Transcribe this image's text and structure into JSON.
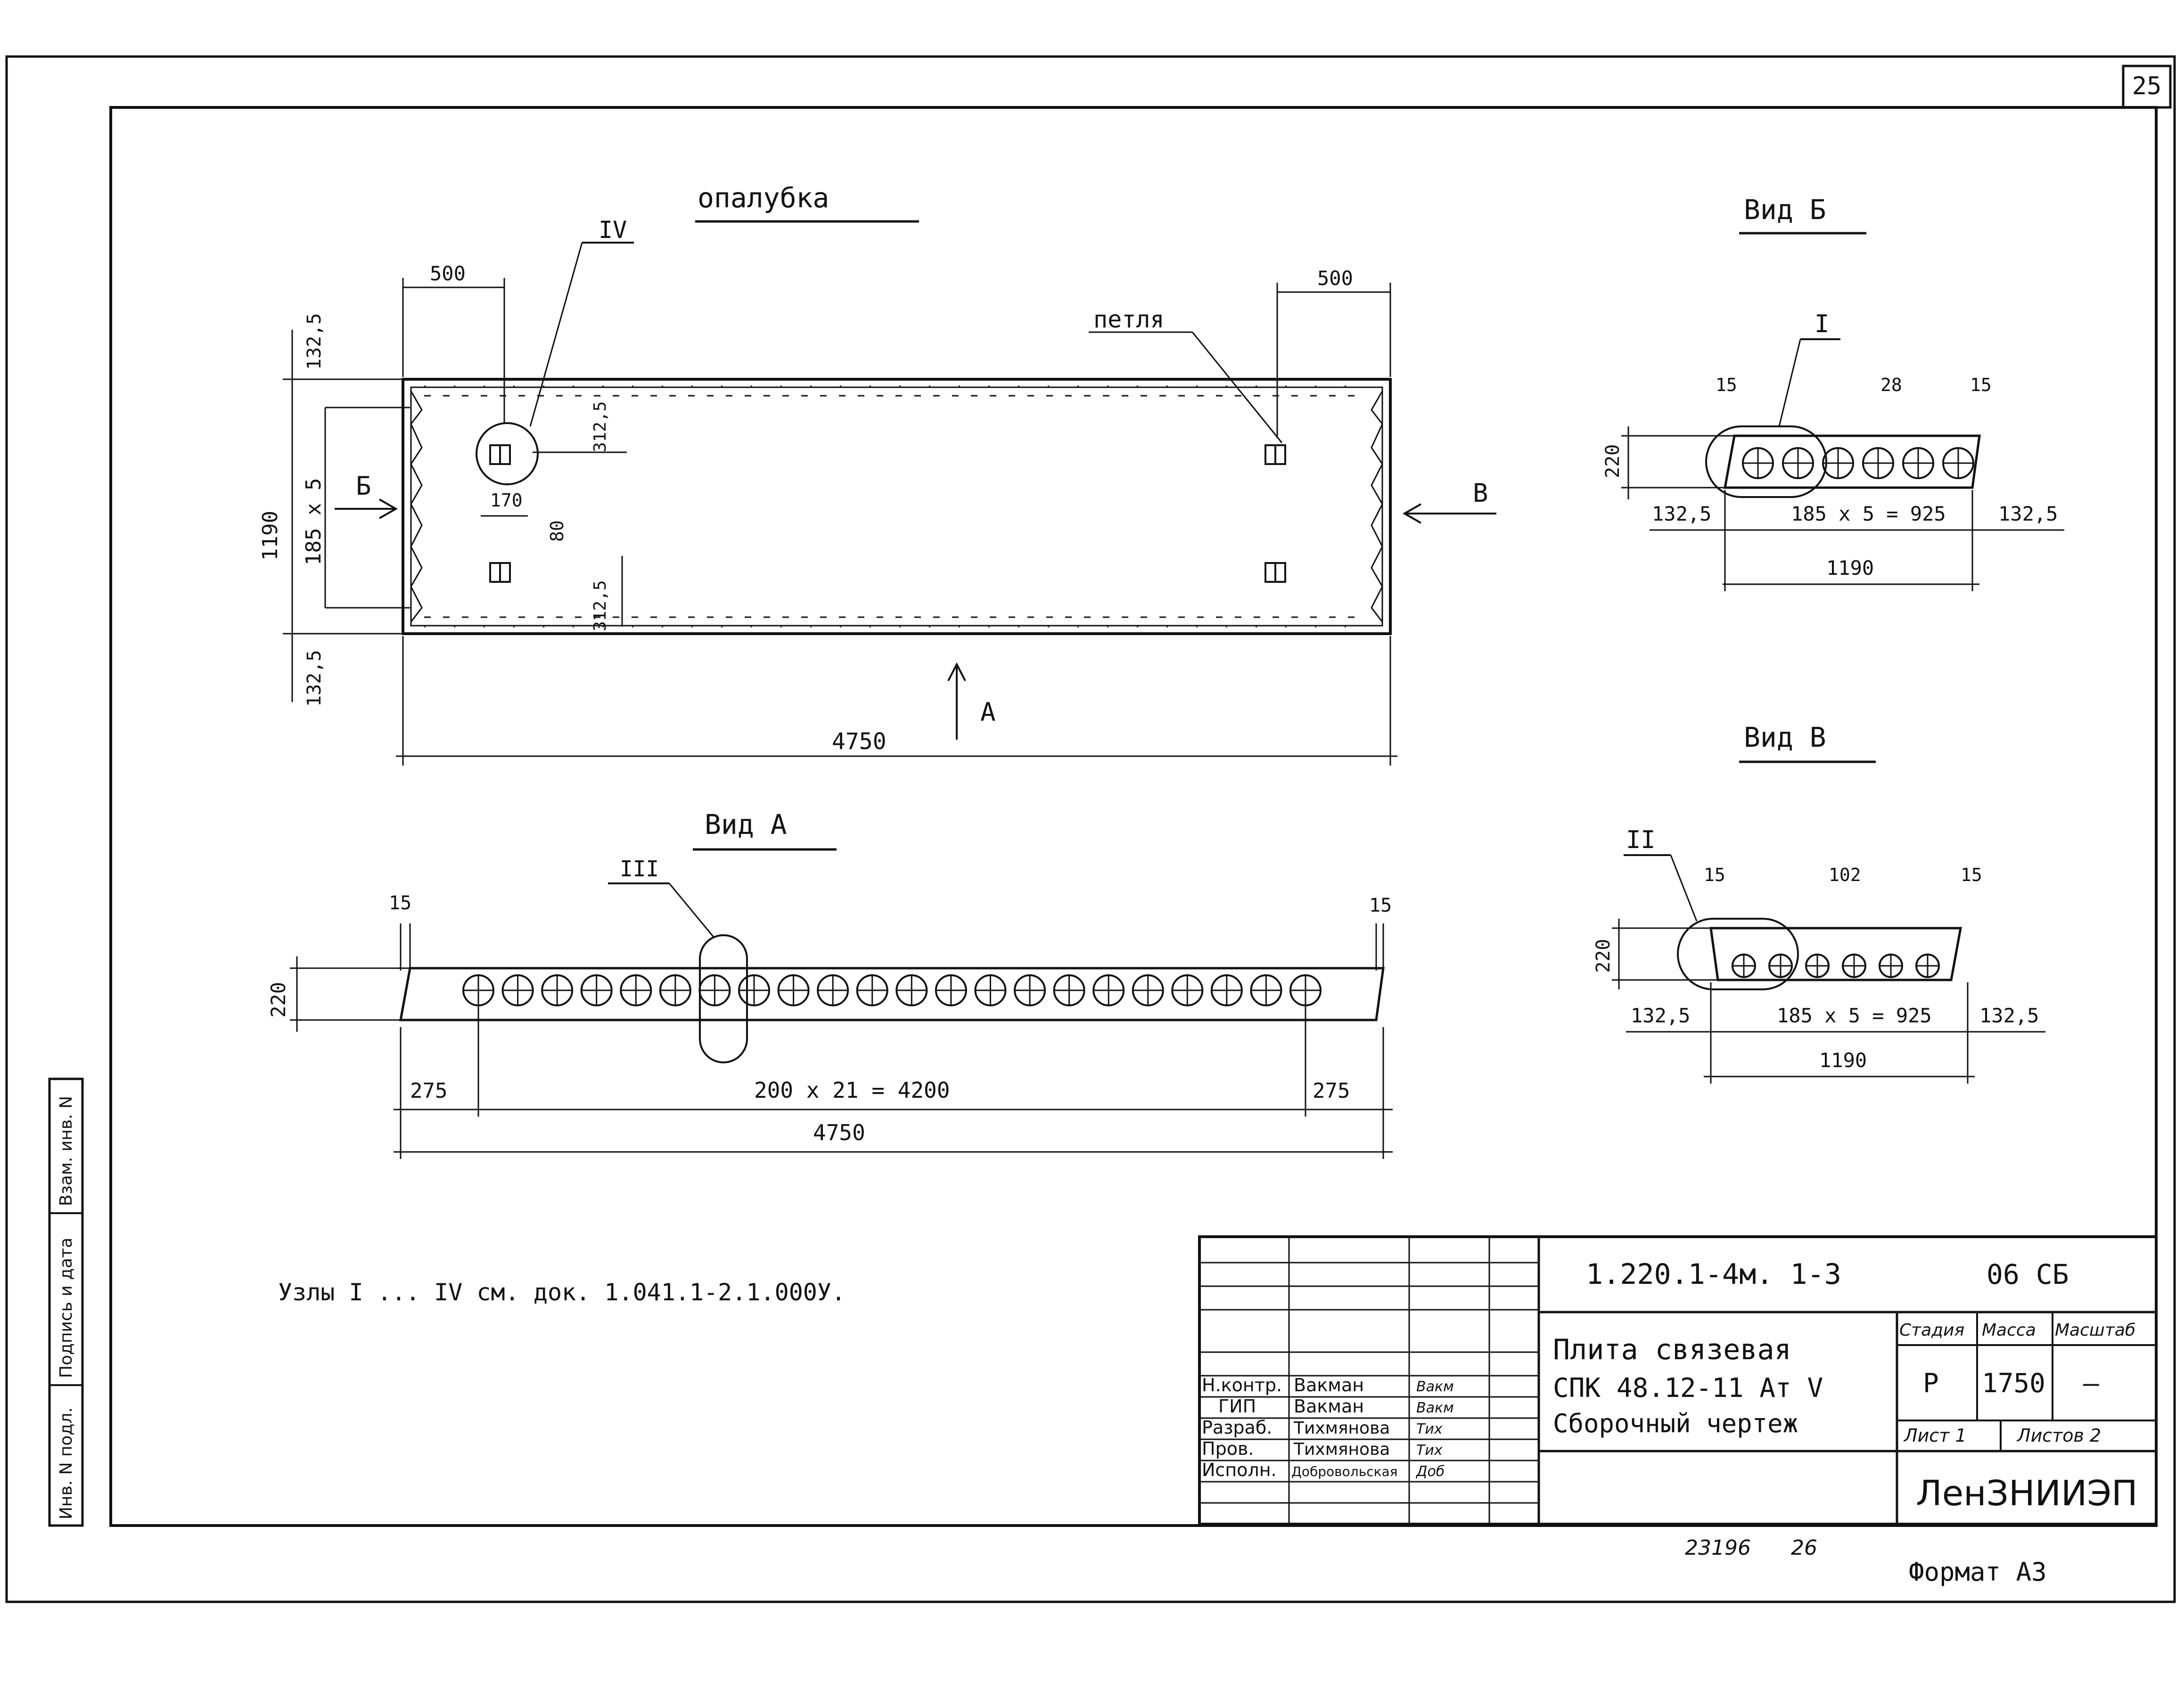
{
  "sheet_number": "25",
  "side_stamp": {
    "inv_podl": "Инв. N подл.",
    "podpis_data": "Подпись и дата",
    "vzam_inv": "Взам. инв. N"
  },
  "views": {
    "formwork": {
      "title": "опалубка",
      "dims": {
        "top_left": "500",
        "top_right": "500",
        "width": "4750",
        "height": "1190",
        "pitch": "185 x 5",
        "edge_top": "132,5",
        "edge_bottom": "132,5",
        "loop_offset_top": "312,5",
        "loop_offset_bottom": "312,5",
        "loop_w": "170",
        "loop_h": "80"
      },
      "arrow_b": "Б",
      "arrow_v": "В",
      "arrow_a": "А",
      "callout_iv": "IV",
      "callout_loop": "петля"
    },
    "view_a": {
      "title": "Вид А",
      "callout": "III",
      "dims": {
        "edge_l": "15",
        "edge_r": "15",
        "height": "220",
        "offset_l": "275",
        "offset_r": "275",
        "pitch": "200 x 21 = 4200",
        "length": "4750"
      }
    },
    "view_b": {
      "title": "Вид Б",
      "callout": "I",
      "dims": {
        "edge_l": "15",
        "mid": "28",
        "edge_r": "15",
        "height": "220",
        "side_l": "132,5",
        "pitch": "185 x 5 = 925",
        "side_r": "132,5",
        "width": "1190"
      }
    },
    "view_v": {
      "title": "Вид В",
      "callout": "II",
      "dims": {
        "edge_l": "15",
        "mid": "102",
        "edge_r": "15",
        "height": "220",
        "side_l": "132,5",
        "pitch": "185 x 5 = 925",
        "side_r": "132,5",
        "width": "1190"
      }
    }
  },
  "note": "Узлы I ... IV см. док. 1.041.1-2.1.000У.",
  "title_block": {
    "code": "1.220.1-4м.  1-3",
    "sheet_code": "06 СБ",
    "name_line1": "Плита связевая",
    "name_line2": "СПК 48.12-11 Ат V",
    "name_line3": "Сборочный   чертеж",
    "stage_h": "Стадия",
    "mass_h": "Масса",
    "scale_h": "Масштаб",
    "stage": "Р",
    "mass": "1750",
    "scale": "—",
    "sheet_label": "Лист 1",
    "sheets_label": "Листов 2",
    "org": "ЛенЗНИИЭП",
    "roles": [
      {
        "role": "Н.контр.",
        "name": "Вакман",
        "sign": "Вакм"
      },
      {
        "role": "ГИП",
        "name": "Вакман",
        "sign": "Вакм"
      },
      {
        "role": "Разраб.",
        "name": "Тихмянова",
        "sign": "Тих"
      },
      {
        "role": "Пров.",
        "name": "Тихмянова",
        "sign": "Тих"
      },
      {
        "role": "Исполн.",
        "name": "Добровольская",
        "sign": "Доб"
      }
    ]
  },
  "footer_left": "23196",
  "footer_num": "26",
  "format": "Формат А3"
}
